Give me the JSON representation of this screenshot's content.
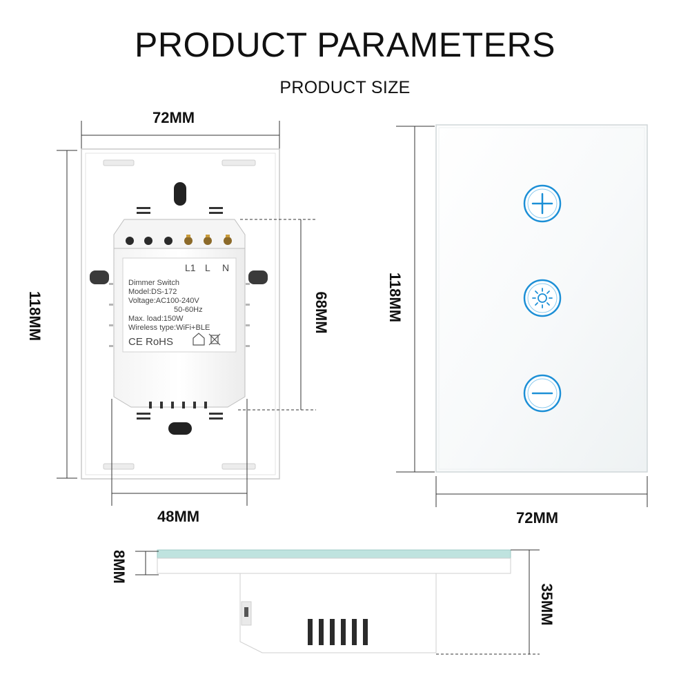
{
  "header": {
    "title": "PRODUCT PARAMETERS",
    "subtitle": "PRODUCT SIZE"
  },
  "back_view": {
    "width_label": "72MM",
    "height_label": "118MM",
    "box_height_label": "68MM",
    "box_width_label": "48MM",
    "terminals": {
      "l1": "L1",
      "l": "L",
      "n": "N"
    },
    "product_label": {
      "line1": "Dimmer Switch",
      "line2": "Model:DS-172",
      "line3": "Voltage:AC100-240V",
      "line4": "50-60Hz",
      "line5": "Max. load:150W",
      "line6": "Wireless type:WiFi+BLE",
      "certs": "CE RoHS"
    }
  },
  "front_view": {
    "height_label": "118MM",
    "width_label": "72MM",
    "buttons": [
      "plus-icon",
      "brightness-icon",
      "minus-icon"
    ],
    "accent_color": "#1c8fd6"
  },
  "side_view": {
    "glass_label": "8MM",
    "depth_label": "35MM",
    "glass_color": "#bfe3df"
  }
}
